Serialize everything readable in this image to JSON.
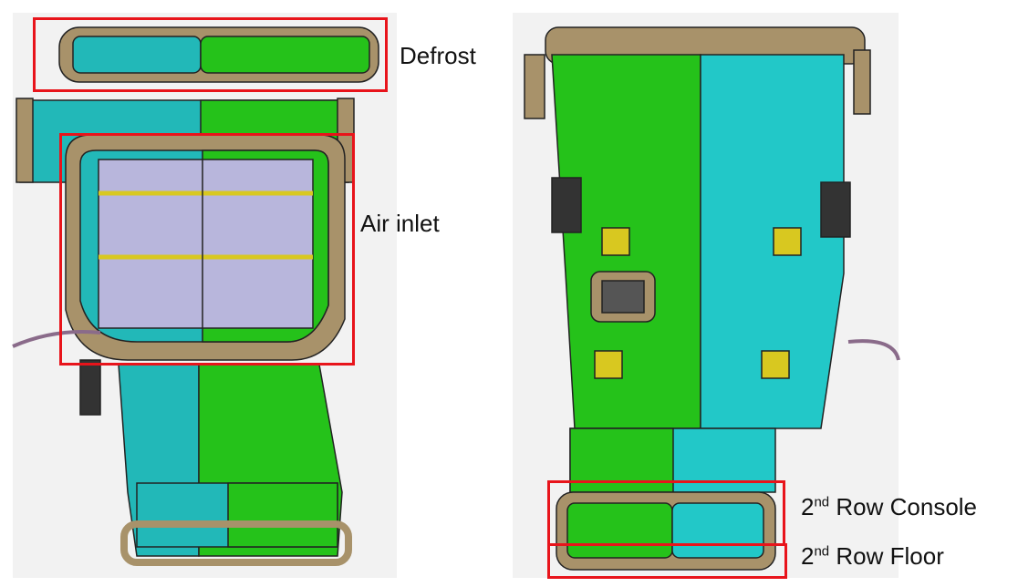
{
  "labels": {
    "defrost": "Defrost",
    "air_inlet": "Air inlet",
    "console_num": "2",
    "console_sup": "nd",
    "console_text": " Row Console",
    "floor_num": "2",
    "floor_sup": "nd",
    "floor_text": " Row Floor"
  },
  "colors": {
    "teal": "#22b8b8",
    "green": "#25c21a",
    "frame": "#a8926a",
    "highlight": "#e8141b"
  }
}
